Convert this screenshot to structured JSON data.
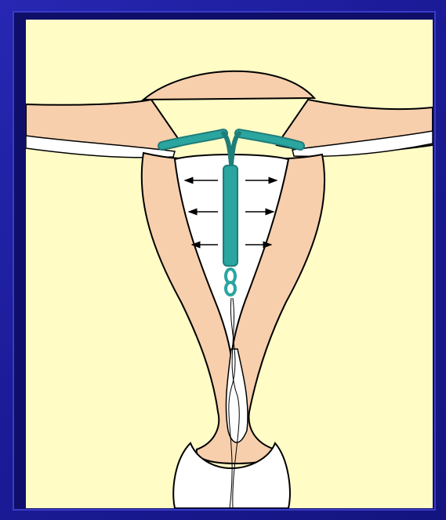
{
  "diagram": {
    "labels": [],
    "colors": {
      "slide_background": "#1c1c9c",
      "panel_background": "#fffcc6",
      "tissue_fill": "#f7cfad",
      "cavity_fill": "#ffffff",
      "device_fill": "#2aa5a0",
      "device_stroke": "#1f7d79",
      "outline": "#000000"
    },
    "parts": {
      "uterine_wall": "uterine-wall",
      "uterine_cavity": "uterine-cavity",
      "fallopian_tubes": "fallopian-tube",
      "cervical_canal": "cervical-canal",
      "vaginal_vault": "vaginal-vault",
      "device": "t-shaped-iud",
      "threads": "iud-threads",
      "arrows": "outward-arrows"
    }
  }
}
